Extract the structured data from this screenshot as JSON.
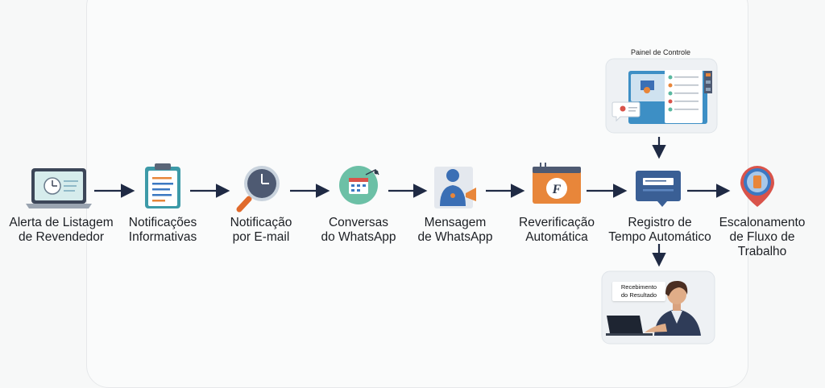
{
  "steps": [
    {
      "line1": "Alerta de Listagem",
      "line2": "de Revendedor",
      "line3": "",
      "icon": "laptop-clock-icon"
    },
    {
      "line1": "Notificações",
      "line2": "Informativas",
      "line3": "",
      "icon": "clipboard-icon"
    },
    {
      "line1": "Notificação",
      "line2": "por E-mail",
      "line3": "",
      "icon": "magnifier-clock-icon"
    },
    {
      "line1": "Conversas",
      "line2": "do WhatsApp",
      "line3": "",
      "icon": "chat-calendar-icon"
    },
    {
      "line1": "Mensagem",
      "line2": "de WhatsApp",
      "line3": "",
      "icon": "person-megaphone-icon"
    },
    {
      "line1": "Reverificação",
      "line2": "Automática",
      "line3": "",
      "icon": "browser-f-icon"
    },
    {
      "line1": "Registro de",
      "line2": "Tempo Automático",
      "line3": "",
      "icon": "chat-bubble-icon"
    },
    {
      "line1": "Escalonamento",
      "line2": "de Fluxo de",
      "line3": "Trabalho",
      "icon": "map-pin-icon"
    }
  ],
  "dashboard": {
    "title": "Painel de Controle",
    "icon": "dashboard-screen-icon"
  },
  "result": {
    "line1": "Recebimento",
    "line2": "do Resultado",
    "icon": "person-laptop-icon"
  },
  "colors": {
    "arrow": "#1f2a44",
    "blue": "#3b78c2",
    "orange": "#e8863a",
    "teal": "#5ab8a0",
    "red": "#d9534a",
    "slate": "#4e5a72"
  }
}
